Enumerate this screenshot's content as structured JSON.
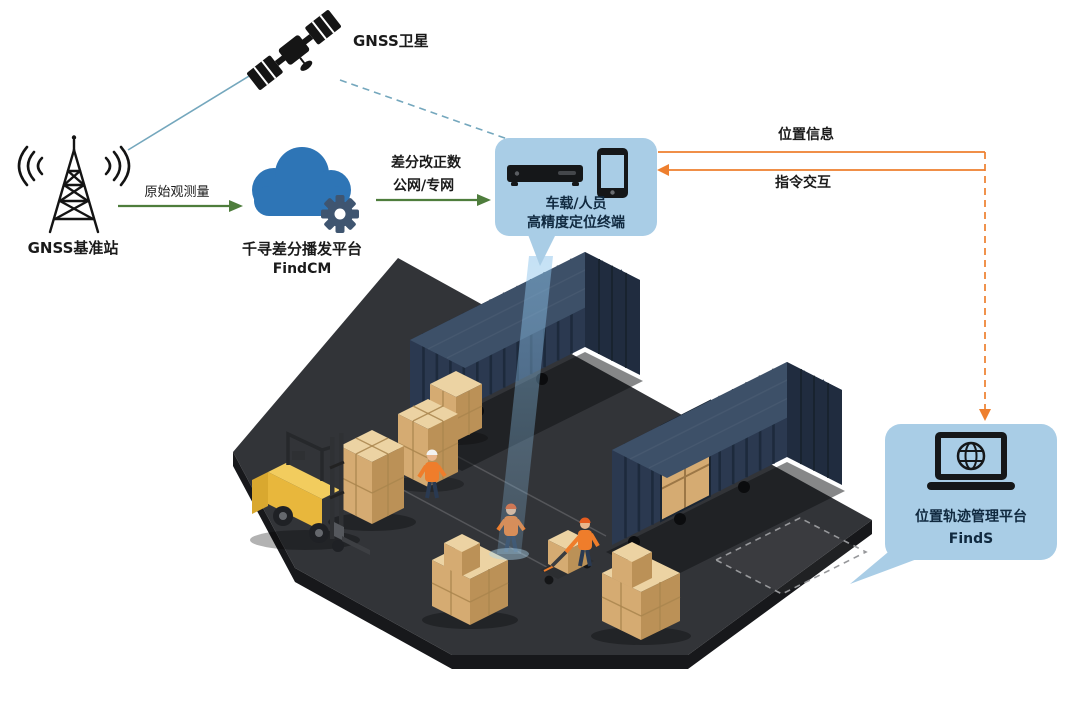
{
  "labels": {
    "satellite": "GNSS卫星",
    "base_station": "GNSS基准站",
    "raw_observation": "原始观测量",
    "cloud_platform_line1": "千寻差分播发平台",
    "cloud_platform_line2": "FindCM",
    "corrections_line1": "差分改正数",
    "corrections_line2": "公网/专网",
    "terminal_line1": "车载/人员",
    "terminal_line2": "高精度定位终端",
    "position_info": "位置信息",
    "command_interaction": "指令交互",
    "track_platform_line1": "位置轨迹管理平台",
    "track_platform_line2": "FindS"
  },
  "icons": {
    "satellite": "satellite-icon",
    "base_station": "radio-tower-icon",
    "correction_platform": "cloud-gear-icon",
    "terminal": "dvr-receiver-icon + smartphone-icon",
    "track_platform": "laptop-globe-icon"
  },
  "colors": {
    "teal_line": "#74a7bd",
    "green_arrow": "#4e7d3c",
    "orange_arrow": "#ee7f2e",
    "panel_blue": "#a9cde6",
    "panel_text": "#10293f",
    "cloud_blue": "#2e75b6",
    "gear_slate": "#3f5570",
    "ink": "#1a1a1a",
    "floor": "#323438",
    "floor_side": "#17181b",
    "container_front": "#2b3950",
    "container_top": "#3d5068",
    "container_end": "#202c3f",
    "container_rib": "#1d2a3c",
    "box_top": "#ecd3a3",
    "box_left": "#d5ab72",
    "box_right": "#bb9157",
    "box_line": "#a9854e",
    "forklift_yellow": "#e8b73c",
    "vest_orange": "#ef7d2b",
    "beam_blue": "#8cc3eb"
  }
}
